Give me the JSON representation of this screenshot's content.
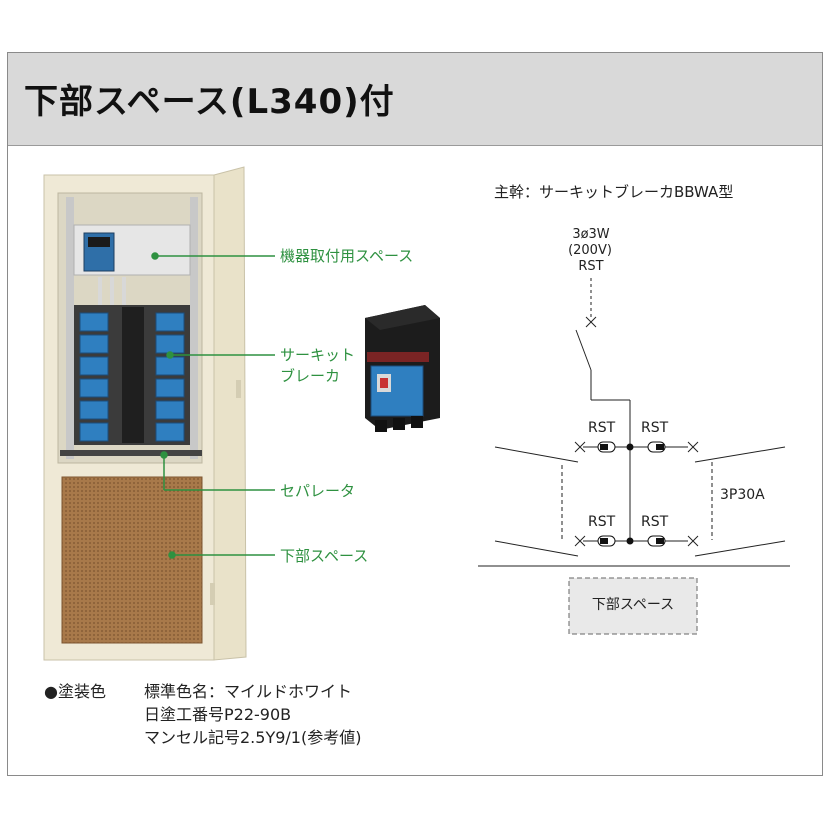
{
  "title": "下部スペース(L340)付",
  "callouts": {
    "equipment_space": "機器取付用スペース",
    "circuit_breaker_line1": "サーキット",
    "circuit_breaker_line2": "ブレーカ",
    "separator": "セパレータ",
    "lower_space": "下部スペース"
  },
  "diagram": {
    "main_label": "主幹：サーキットブレーカBBWA型",
    "supply_line1": "3ø3W",
    "supply_line2": "(200V)",
    "supply_line3": "RST",
    "rst_top_left": "RST",
    "rst_top_right": "RST",
    "rst_bottom_left": "RST",
    "rst_bottom_right": "RST",
    "rating": "3P30A",
    "lower_space_box": "下部スペース"
  },
  "paint": {
    "heading": "●塗装色",
    "line1": "標準色名：マイルドホワイト",
    "line2": "日塗工番号P22-90B",
    "line3": "マンセル記号2.5Y9/1(参考値)"
  },
  "colors": {
    "header_bg": "#d9d9d9",
    "callout_green": "#2e9140",
    "cabinet_cream": "#efe9d6",
    "breaker_blue": "#2f7fc0",
    "lower_board": "#a8794a"
  }
}
